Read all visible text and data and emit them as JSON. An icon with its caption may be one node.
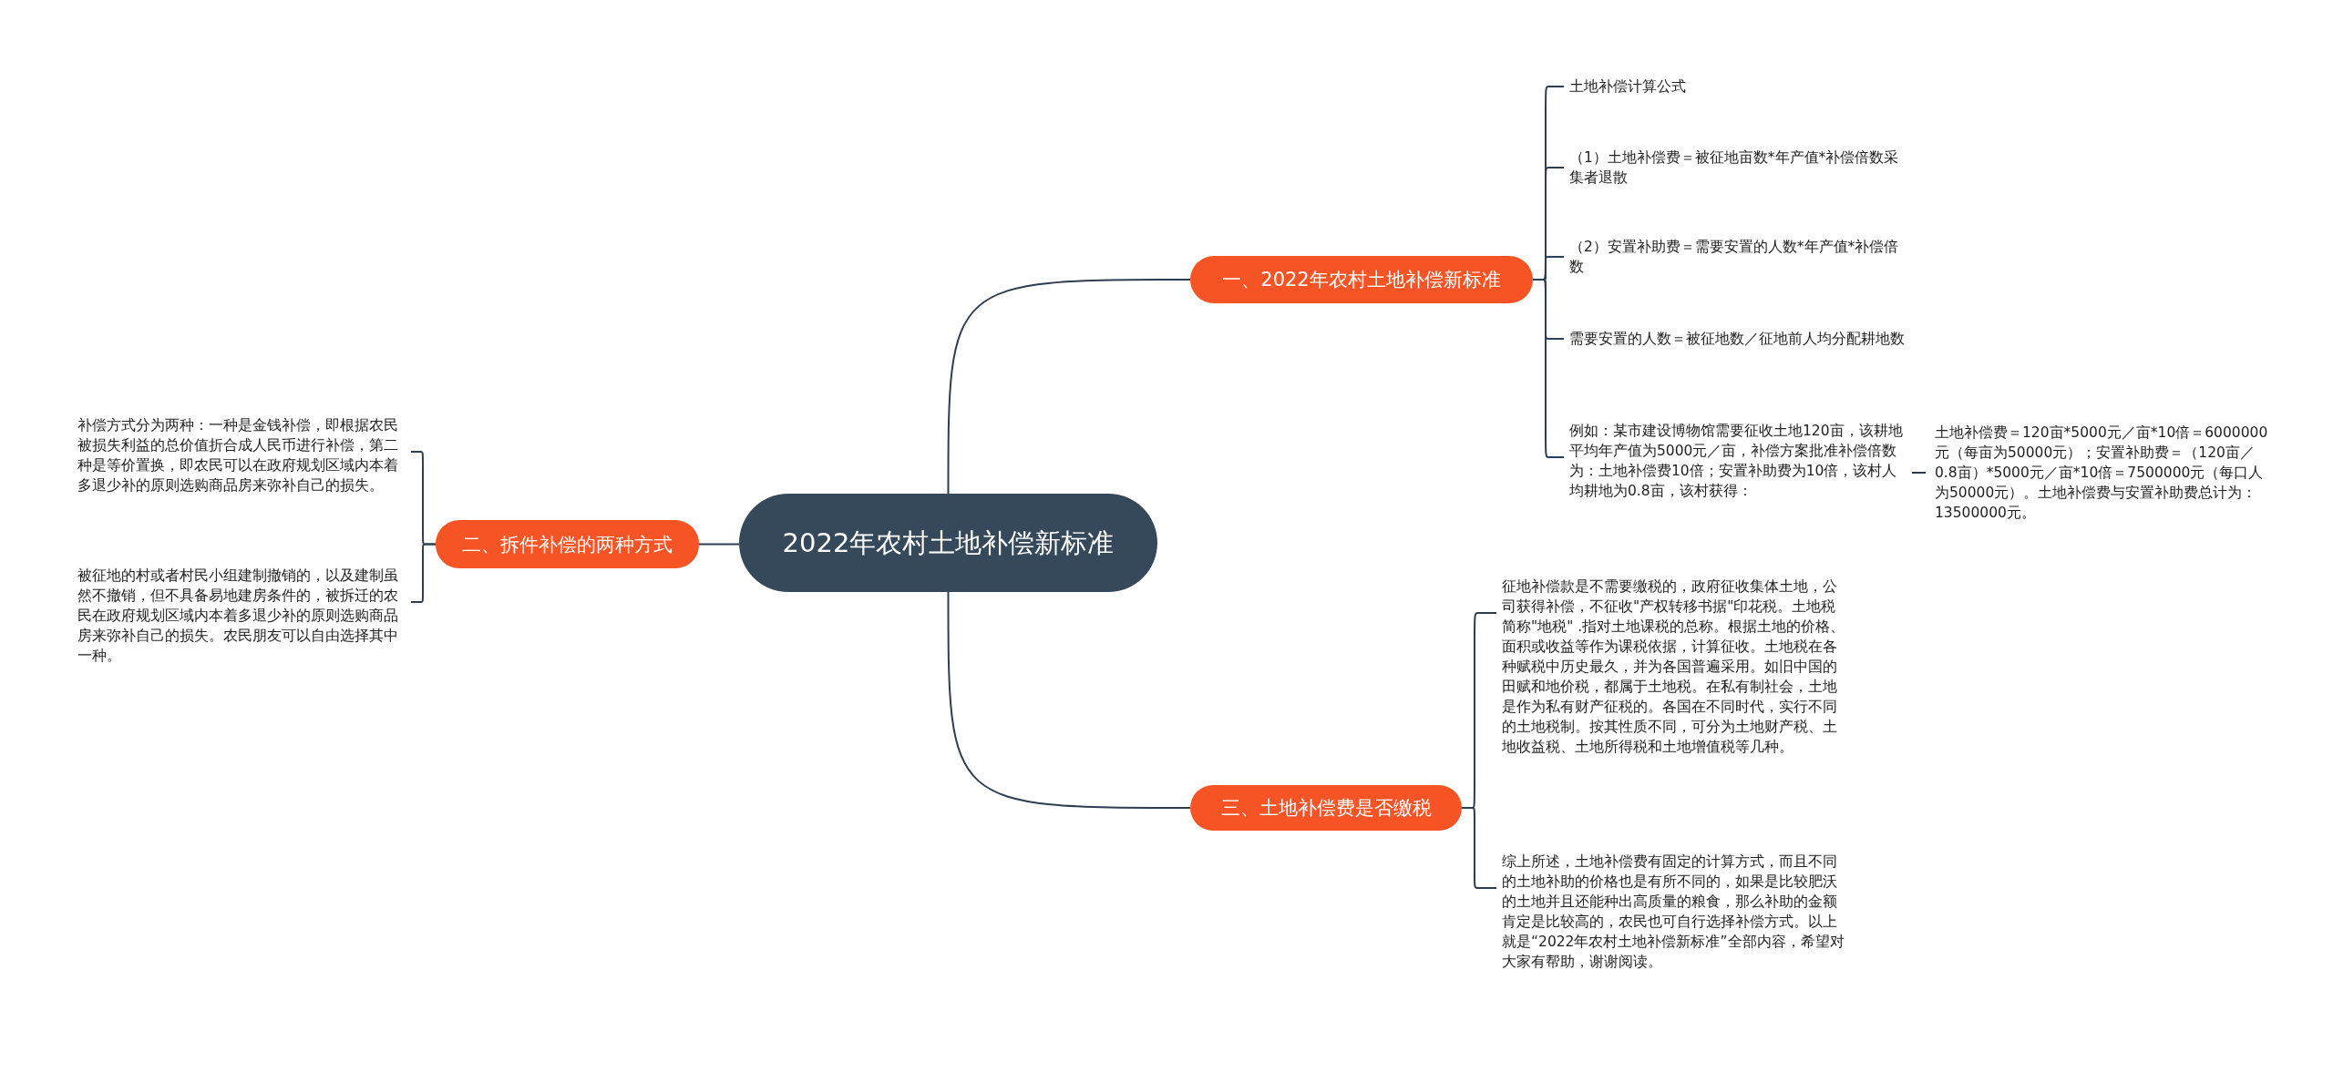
{
  "diagram": {
    "nodes": [
      {
        "text": [
          "2022年农村土地补偿新标准"
        ]
      },
      {
        "text": [
          "一、2022年农村土地补偿新标准"
        ]
      },
      {
        "text": [
          "土地补偿计算公式"
        ]
      },
      {
        "text": [
          "（1）土地补偿费＝被征地亩数*年产值*补偿倍数采集者退散"
        ]
      },
      {
        "text": [
          "（2）安置补助费＝需要安置的人数*年产值*补偿倍数"
        ]
      },
      {
        "text": [
          "需要安置的人数＝被征地数／征地前人均分配耕地数"
        ]
      },
      {
        "text": [
          "例如：某市建设博物馆需要征收土地120亩，该耕地平均年产值为5000元／亩，补偿方案批准补偿倍数为：土地补偿费10倍；安置补助费为10倍，该村人均耕地为0.8亩，该村获得："
        ]
      },
      {
        "text": [
          "土地补偿费＝120亩*5000元／亩*10倍＝6000000元（每亩为50000元）；安置补助费＝（120亩／0.8亩）*5000元／亩*10倍＝7500000元（每口人为50000元）。土地补偿费与安置补助费总计为：13500000元。"
        ]
      },
      {
        "text": [
          "二、拆件补偿的两种方式"
        ]
      },
      {
        "text": [
          "补偿方式分为两种：一种是金钱补偿，即根据农民被损失利益的总价值折合成人民币进行补偿，第二种是等价置换，即农民可以在政府规划区域内本着多退少补的原则选购商品房来弥补自己的损失。"
        ]
      },
      {
        "text": [
          "被征地的村或者村民小组建制撤销的，以及建制虽然不撤销，但不具备易地建房条件的，被拆迁的农民在政府规划区域内本着多退少补的原则选购商品房来弥补自己的损失。农民朋友可以自由选择其中一种。"
        ]
      },
      {
        "text": [
          "三、土地补偿费是否缴税"
        ]
      },
      {
        "text": [
          "征地补偿款是不需要缴税的，政府征收集体土地，公司获得补偿，不征收\"产权转移书据\"印花税。土地税简称\"地税\" .指对土地课税的总称。根据土地的价格、面积或收益等作为课税依据，计算征收。土地税在各种赋税中历史最久，并为各国普遍采用。如旧中国的田赋和地价税，都属于土地税。在私有制社会，土地是作为私有财产征税的。各国在不同时代，实行不同的土地税制。按其性质不同，可分为土地财产税、土地收益税、土地所得税和土地增值税等几种。"
        ]
      },
      {
        "text": [
          "综上所述，土地补偿费有固定的计算方式，而且不同的土地补助的价格也是有所不同的，如果是比较肥沃的土地并且还能种出高质量的粮食，那么补助的金额肯定是比较高的，农民也可自行选择补偿方式。以上就是“2022年农村土地补偿新标准”全部内容，希望对大家有帮助，谢谢阅读。"
        ]
      }
    ],
    "edges": [
      {
        "from": 0,
        "to": 1,
        "arrow": "none"
      },
      {
        "from": 1,
        "to": 2,
        "arrow": "none"
      },
      {
        "from": 1,
        "to": 3,
        "arrow": "none"
      },
      {
        "from": 1,
        "to": 4,
        "arrow": "none"
      },
      {
        "from": 1,
        "to": 5,
        "arrow": "none"
      },
      {
        "from": 1,
        "to": 6,
        "arrow": "none"
      },
      {
        "from": 6,
        "to": 7,
        "arrow": "none"
      },
      {
        "from": 0,
        "to": 8,
        "arrow": "none"
      },
      {
        "from": 8,
        "to": 9,
        "arrow": "none"
      },
      {
        "from": 8,
        "to": 10,
        "arrow": "none"
      },
      {
        "from": 0,
        "to": 11,
        "arrow": "none"
      },
      {
        "from": 11,
        "to": 12,
        "arrow": "none"
      },
      {
        "from": 11,
        "to": 13,
        "arrow": "none"
      }
    ]
  }
}
